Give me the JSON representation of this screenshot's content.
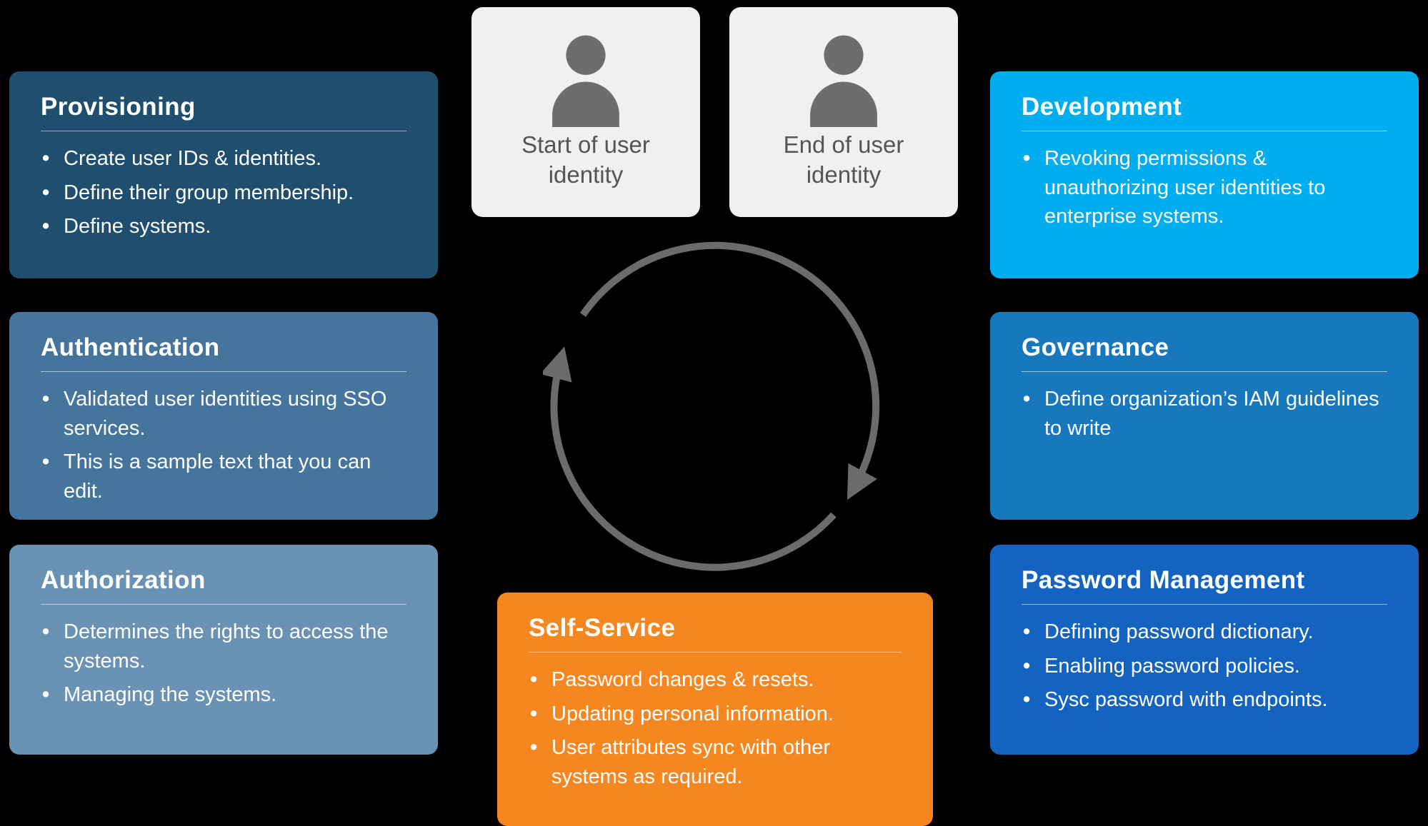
{
  "canvas": {
    "background": "#000000"
  },
  "top": {
    "bg": "#f0f0f0",
    "icon_color": "#6d6d6d",
    "label_color": "#555555",
    "cards": [
      {
        "label": "Start of user identity"
      },
      {
        "label": "End of user identity"
      }
    ]
  },
  "left_cards": [
    {
      "title": "Provisioning",
      "color": "#1f4e6e",
      "bullets": [
        "Create user IDs & identities.",
        "Define their group membership.",
        "Define systems."
      ]
    },
    {
      "title": "Authentication",
      "color": "#45749d",
      "bullets": [
        "Validated user identities using SSO services.",
        "This is a sample text that you can edit."
      ]
    },
    {
      "title": "Authorization",
      "color": "#6992b4",
      "bullets": [
        "Determines the rights to access the systems.",
        "Managing the systems."
      ]
    }
  ],
  "right_cards": [
    {
      "title": "Development",
      "color": "#00aeef",
      "bullets": [
        "Revoking permissions & unauthorizing user identities to enterprise systems."
      ]
    },
    {
      "title": "Governance",
      "color": "#1878be",
      "bullets": [
        "Define organization’s IAM guidelines to write"
      ]
    },
    {
      "title": "Password Management",
      "color": "#1563c0",
      "bullets": [
        "Defining password dictionary.",
        "Enabling password policies.",
        "Sysc password with endpoints."
      ]
    }
  ],
  "bottom_card": {
    "title": "Self-Service",
    "color": "#f6861f",
    "bullets": [
      "Password changes & resets.",
      "Updating personal information.",
      "User attributes sync with other systems as required."
    ]
  },
  "cycle": {
    "color": "#6b6b6b"
  }
}
